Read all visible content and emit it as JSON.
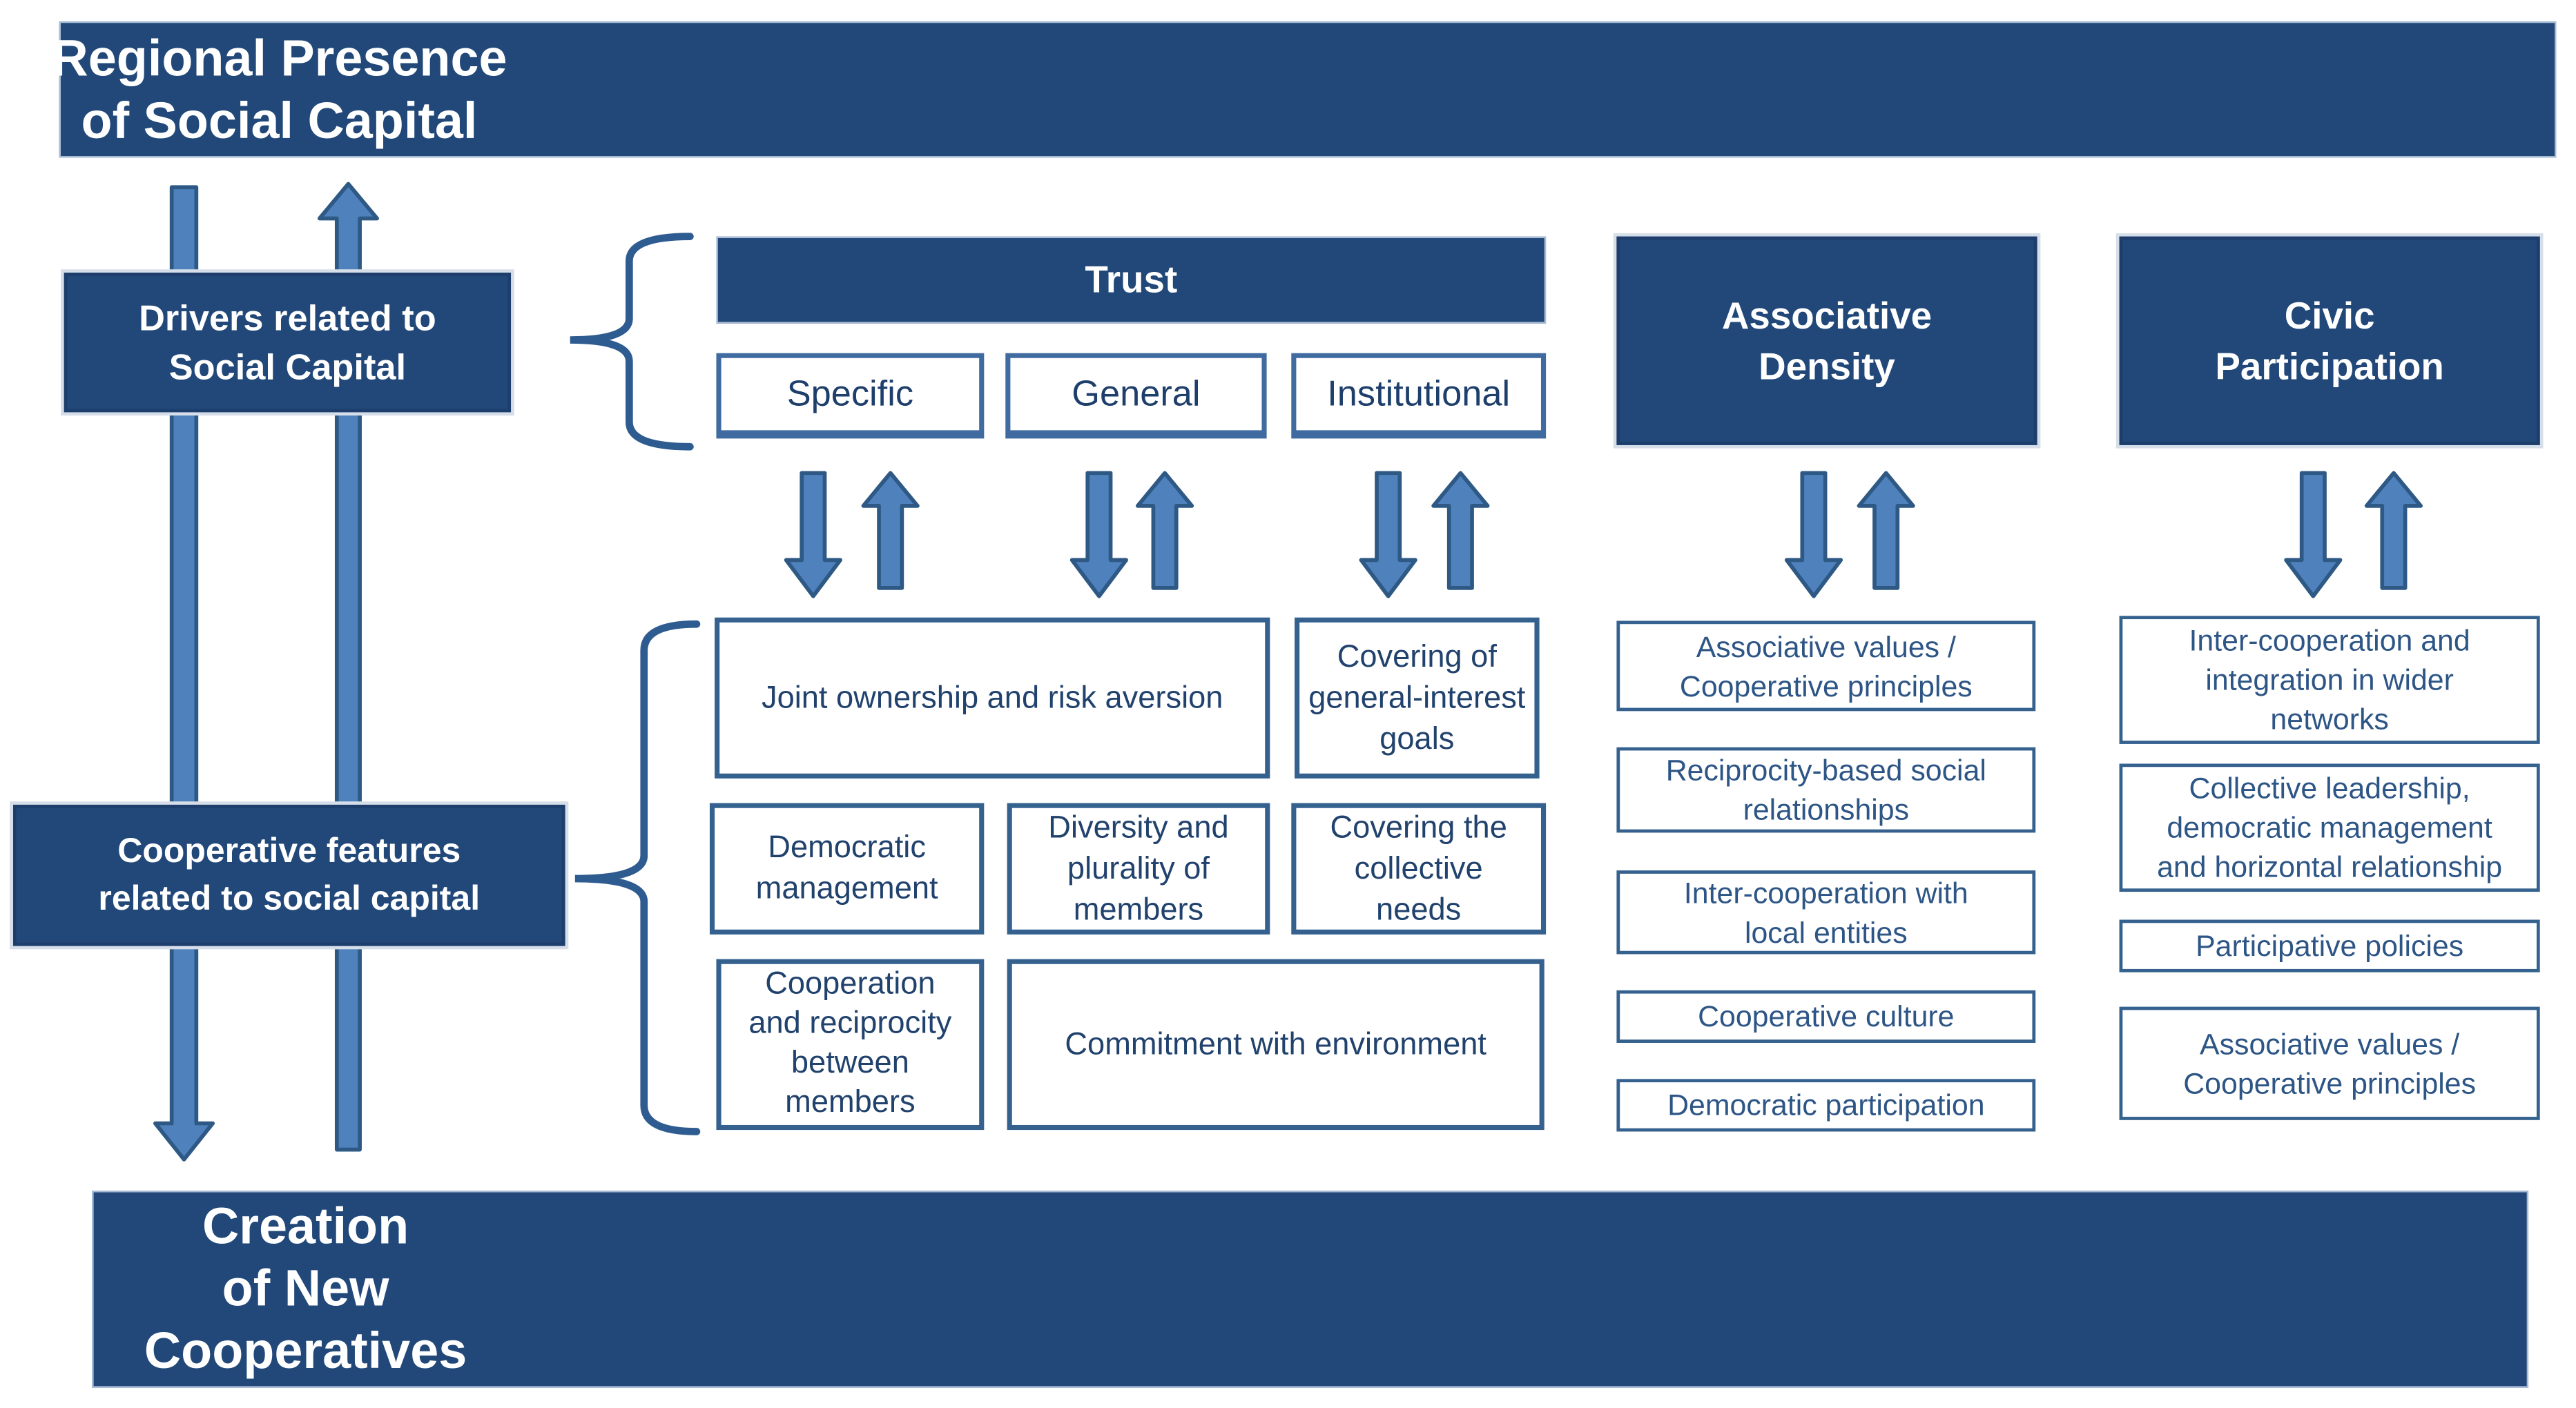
{
  "colors": {
    "dark_blue_fill": "#214879",
    "dark_box_border": "#1d3e6c",
    "white_box_border": "#35618f",
    "arrow_fill": "#4f81bd",
    "arrow_stroke": "#2e5984",
    "brace_stroke": "#2f5c90",
    "text_navy": "#21426d",
    "text_steel_blue": "#2d5585",
    "text_white": "#ffffff"
  },
  "icons": {
    "down_arrow": "down-arrow-icon (solid blue block arrow pointing down)",
    "up_arrow": "up-arrow-icon (solid blue block arrow pointing up)",
    "left_brace": "curly-brace-icon (left-pointing curly bracket)"
  },
  "banners": {
    "top": "Regional Presence\nof Social Capital",
    "bottom": "Creation\nof New\nCooperatives"
  },
  "side_labels": {
    "drivers": "Drivers related to\nSocial Capital",
    "features": "Cooperative features\nrelated to social capital"
  },
  "trust": {
    "header": "Trust",
    "specific": "Specific",
    "general": "General",
    "institutional": "Institutional"
  },
  "column_headers": {
    "associative": "Associative\nDensity",
    "civic": "Civic\nParticipation"
  },
  "cooperative_features": {
    "joint_ownership": "Joint ownership and risk aversion",
    "covering_general_interest": "Covering of\ngeneral-interest\ngoals",
    "democratic_management": "Democratic\nmanagement",
    "diversity_plurality": "Diversity and\nplurality of\nmembers",
    "covering_collective_needs": "Covering the\ncollective\nneeds",
    "cooperation_reciprocity": "Cooperation\nand reciprocity\nbetween\nmembers",
    "commitment_environment": "Commitment with environment"
  },
  "associative_density_items": {
    "values_principles": "Associative values /\nCooperative principles",
    "reciprocity_relationships": "Reciprocity-based social\nrelationships",
    "intercooperation_local": "Inter-cooperation with\nlocal entities",
    "cooperative_culture": "Cooperative culture",
    "democratic_participation": "Democratic participation"
  },
  "civic_participation_items": {
    "wider_networks": "Inter-cooperation and\nintegration in wider\nnetworks",
    "collective_leadership": "Collective leadership,\ndemocratic management\nand horizontal relationship",
    "participative_policies": "Participative policies",
    "values_principles": "Associative values /\nCooperative principles"
  }
}
